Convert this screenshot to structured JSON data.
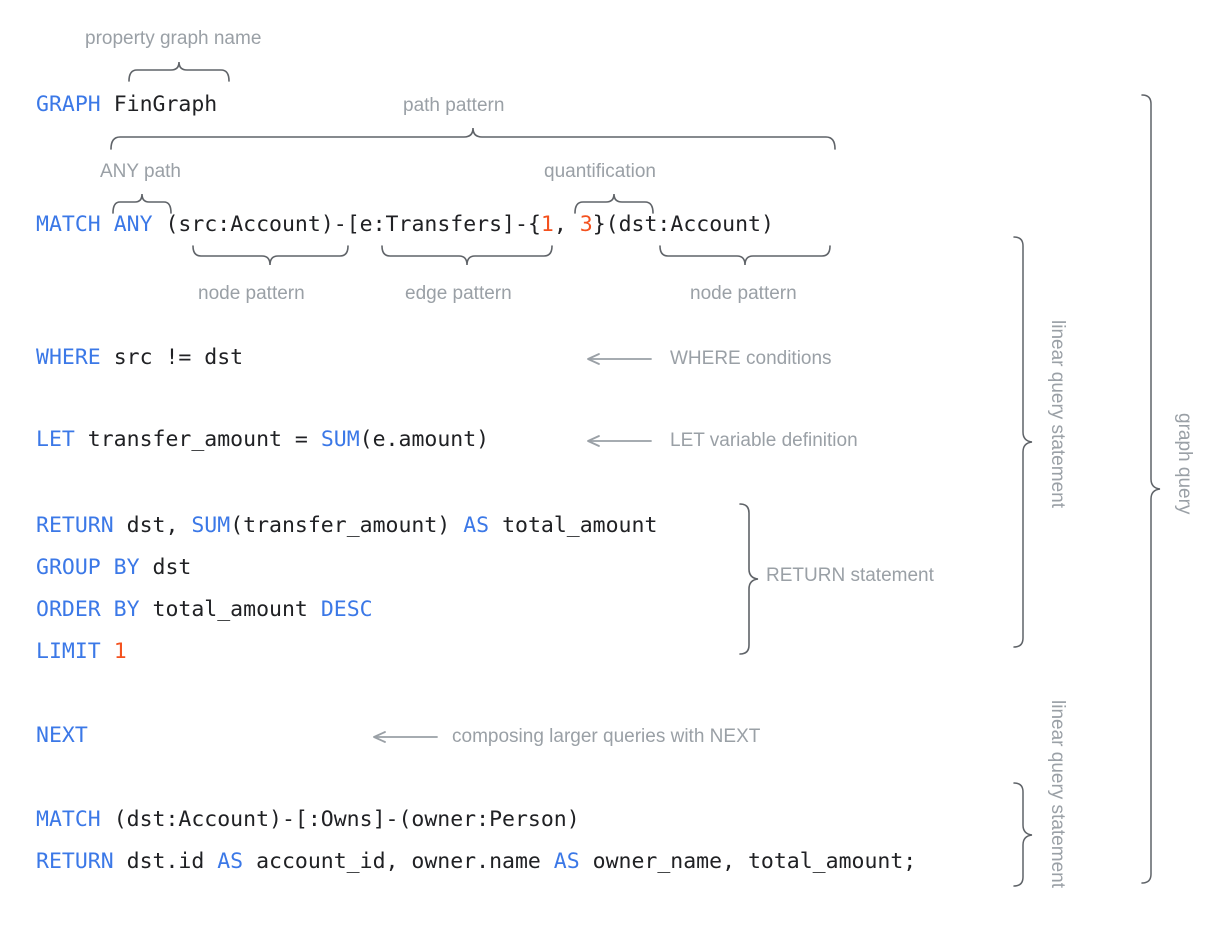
{
  "diagram": {
    "title": "GQL graph query annotated syntax diagram",
    "colors": {
      "keyword": "#3b78e7",
      "identifier": "#202124",
      "number": "#f4511e",
      "annotation": "#9aa0a6",
      "brace": "#5f6368",
      "background": "#ffffff"
    }
  },
  "code": {
    "line_graph": {
      "keyword": "GRAPH",
      "name": "FinGraph"
    },
    "line_match": {
      "keyword": "MATCH",
      "any": "ANY",
      "node_src": "(src:Account)",
      "dash1": "-",
      "edge": "[e:Transfers]",
      "dash2": "-",
      "quant_open": "{",
      "quant_lower": "1",
      "quant_sep": ", ",
      "quant_upper": "3",
      "quant_close": "}",
      "node_dst": "(dst:Account)"
    },
    "line_where": {
      "keyword": "WHERE",
      "expr": "src != dst"
    },
    "line_let": {
      "keyword": "LET",
      "var": "transfer_amount",
      "eq": "=",
      "fn": "SUM",
      "args": "(e.amount)"
    },
    "line_return1": {
      "keyword": "RETURN",
      "first": "dst, ",
      "fn": "SUM",
      "args": "(transfer_amount)",
      "as": "AS",
      "alias": "total_amount"
    },
    "line_group": {
      "keyword": "GROUP BY",
      "expr": "dst"
    },
    "line_order": {
      "keyword": "ORDER BY",
      "expr": "total_amount",
      "dir": "DESC"
    },
    "line_limit": {
      "keyword": "LIMIT",
      "value": "1"
    },
    "line_next": {
      "keyword": "NEXT"
    },
    "line_match2": {
      "keyword": "MATCH",
      "pattern": "(dst:Account)-[:Owns]-(owner:Person)"
    },
    "line_return2": {
      "keyword": "RETURN",
      "c1": "dst.id ",
      "as1": "AS",
      "c2": " account_id, owner.name ",
      "as2": "AS",
      "c3": " owner_name, total_amount;"
    }
  },
  "annotations": {
    "property_graph_name": "property graph name",
    "path_pattern": "path pattern",
    "any_path": "ANY path",
    "quantification": "quantification",
    "node_pattern_src": "node pattern",
    "edge_pattern": "edge pattern",
    "node_pattern_dst": "node pattern",
    "where_conditions": "WHERE conditions",
    "let_variable_definition": "LET variable definition",
    "return_statement": "RETURN statement",
    "composing_with_next": "composing larger queries with NEXT",
    "linear_query_statement_1": "linear query statement",
    "linear_query_statement_2": "linear query statement",
    "graph_query": "graph query"
  }
}
